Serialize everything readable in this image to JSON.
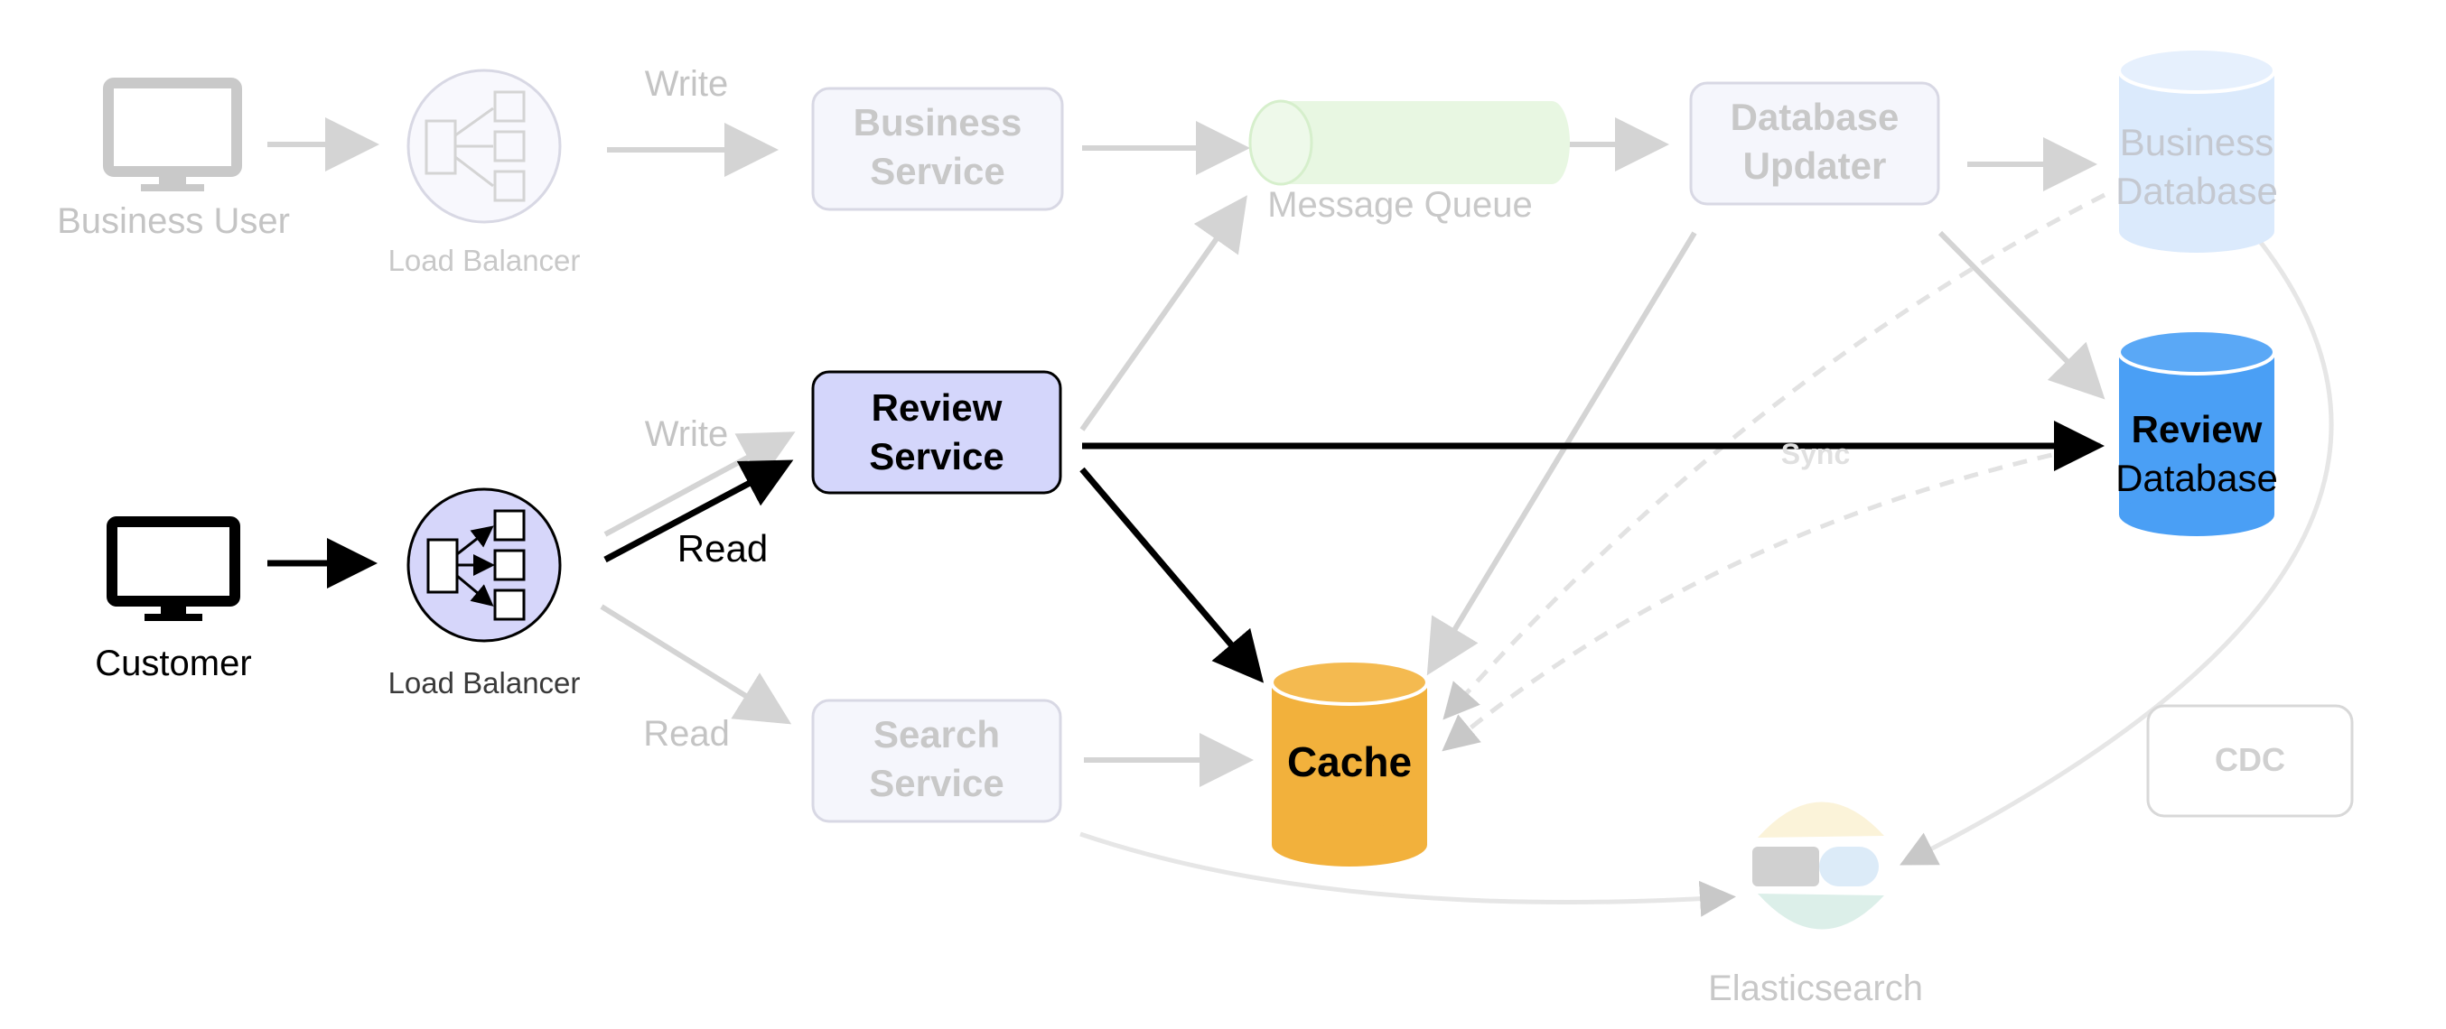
{
  "colors": {
    "faded_stroke": "#d4d4d4",
    "faded_text": "#c4c4c4",
    "faded_box_fill": "#f5f6fc",
    "faded_box_stroke": "#d8d8e4",
    "active_stroke": "#000000",
    "review_service_fill": "#d4d6fb",
    "load_balancer_fill": "#d6d6fa",
    "review_database": "#4a9ff5",
    "business_database": "#dbeafc",
    "cache": "#f2b13c",
    "message_queue": "#e8f7e2"
  },
  "top_row": {
    "business_user": "Business User",
    "load_balancer": "Load Balancer",
    "write_label": "Write",
    "business_service": [
      "Business",
      "Service"
    ],
    "message_queue": "Message Queue",
    "database_updater": [
      "Database",
      "Updater"
    ],
    "business_database": [
      "Business",
      "Database"
    ]
  },
  "middle_row": {
    "customer": "Customer",
    "load_balancer": "Load Balancer",
    "write_label": "Write",
    "read_label": "Read",
    "review_service": [
      "Review",
      "Service"
    ],
    "sync_label": "Sync",
    "review_database": [
      "Review",
      "Database"
    ]
  },
  "bottom_row": {
    "read_label": "Read",
    "search_service": [
      "Search",
      "Service"
    ],
    "cache": "Cache",
    "cdc": "CDC",
    "elasticsearch": "Elasticsearch"
  }
}
